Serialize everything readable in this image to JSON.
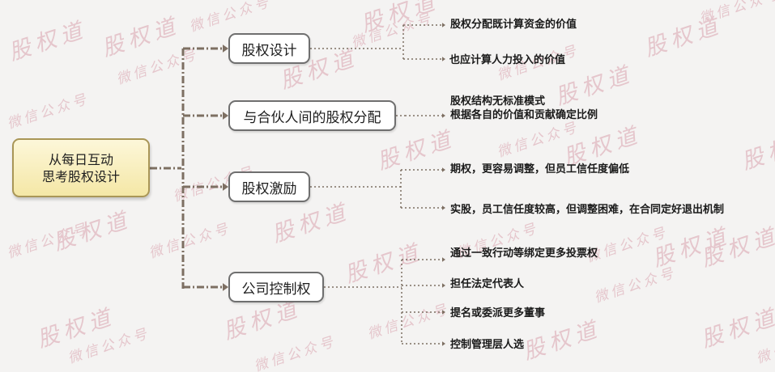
{
  "root": {
    "line1": "从每日互动",
    "line2": "思考股权设计"
  },
  "branches": [
    {
      "label": "股权设计",
      "leaves": [
        "股权分配既计算资金的价值",
        "也应计算人力投入的价值"
      ]
    },
    {
      "label": "与合伙人间的股权分配",
      "leaves": [
        "股权结构无标准模式",
        "根据各自的价值和贡献确定比例"
      ]
    },
    {
      "label": "股权激励",
      "leaves": [
        "期权，更容易调整，但员工信任度偏低",
        "实股，员工信任度较高，但调整困难，在合同定好退出机制"
      ]
    },
    {
      "label": "公司控制权",
      "leaves": [
        "通过一致行动等绑定更多投票权",
        "担任法定代表人",
        "提名或委派更多董事",
        "控制管理层人选"
      ]
    }
  ],
  "watermark": {
    "brand": "股权道",
    "handle": "微信公众号"
  },
  "colors": {
    "connector": "#7d6f62",
    "root_fill": "#f7ecbd",
    "root_border": "#a99657",
    "watermark": "#e5c6cc"
  }
}
